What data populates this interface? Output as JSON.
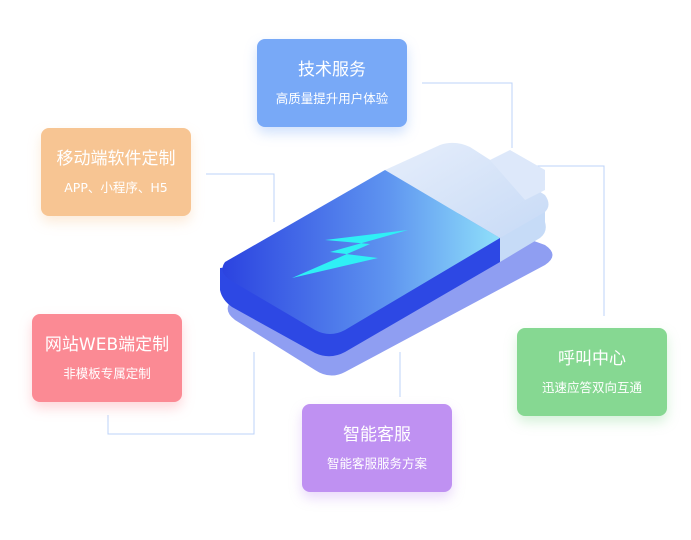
{
  "cards": [
    {
      "title": "技术服务",
      "subtitle": "高质量提升用户体验",
      "color": "#78a9f7"
    },
    {
      "title": "移动端软件定制",
      "subtitle": "APP、小程序、H5",
      "color": "#f7c593"
    },
    {
      "title": "网站WEB端定制",
      "subtitle": "非模板专属定制",
      "color": "#fb8a94"
    },
    {
      "title": "智能客服",
      "subtitle": "智能客服服务方案",
      "color": "#bf91f2"
    },
    {
      "title": "呼叫中心",
      "subtitle": "迅速应答双向互通",
      "color": "#86d892"
    }
  ]
}
